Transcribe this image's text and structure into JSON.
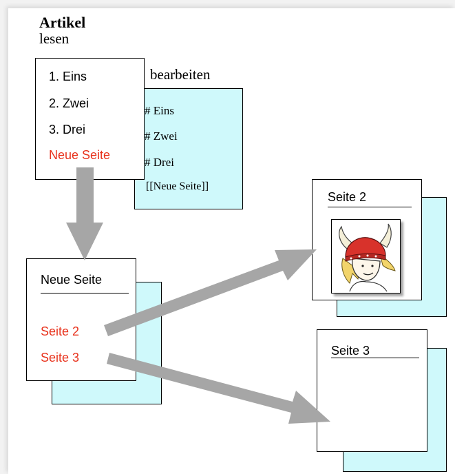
{
  "article": {
    "title": "Artikel",
    "read_label": "lesen",
    "edit_label": "bearbeiten"
  },
  "read_list": [
    "1. Eins",
    "2. Zwei",
    "3. Drei"
  ],
  "read_link": "Neue Seite",
  "edit_lines": [
    "# Eins",
    "# Zwei",
    "# Drei",
    "[[Neue Seite]]"
  ],
  "new_page": {
    "title": "Neue Seite",
    "links": [
      "Seite 2",
      "Seite 3"
    ]
  },
  "page2": {
    "title": "Seite 2",
    "image": "viking-helmet-cartoon"
  },
  "page3": {
    "title": "Seite 3"
  },
  "colors": {
    "link": "#e8321c",
    "shadow_box": "#cff9fb",
    "arrow": "#a6a6a6"
  }
}
